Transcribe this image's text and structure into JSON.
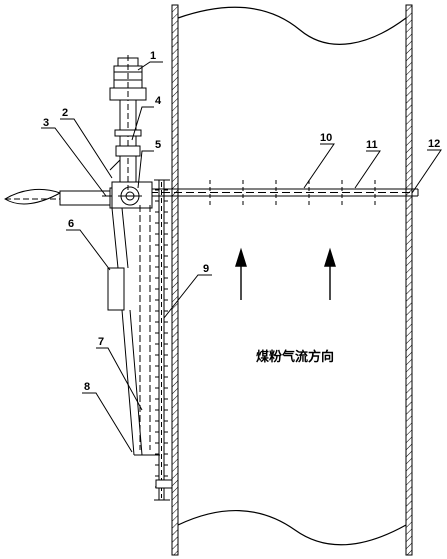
{
  "callouts": {
    "c1": "1",
    "c2": "2",
    "c3": "3",
    "c4": "4",
    "c5": "5",
    "c6": "6",
    "c7": "7",
    "c8": "8",
    "c9": "9",
    "c10": "10",
    "c11": "11",
    "c12": "12"
  },
  "flow_label": "煤粉气流方向"
}
